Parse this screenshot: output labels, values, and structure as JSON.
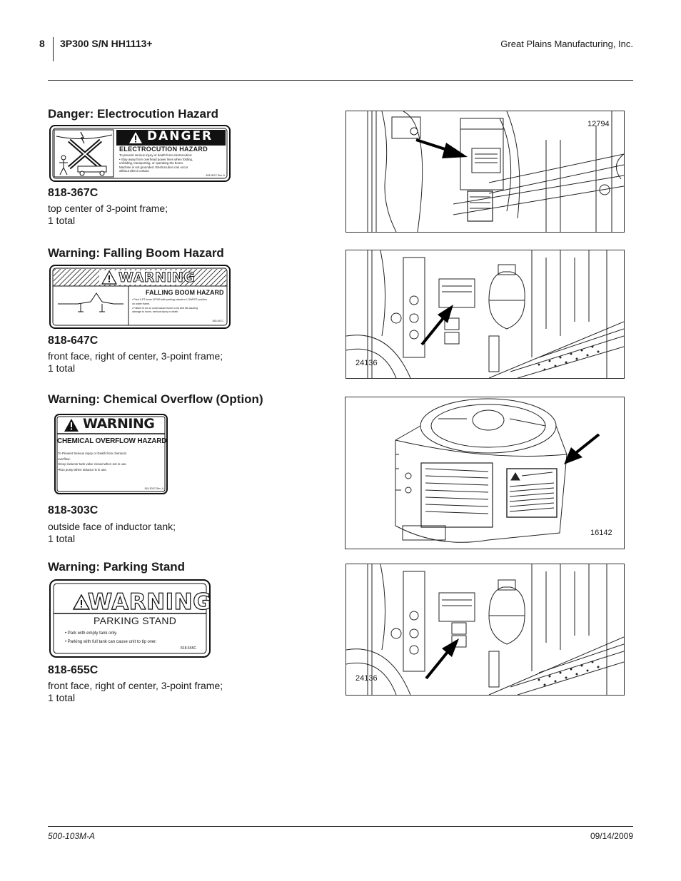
{
  "header": {
    "page_number": "8",
    "doc_title": "3P300 S/N HH1113+",
    "company": "Great Plains Manufacturing, Inc."
  },
  "footer": {
    "doc_number": "500-103M-A",
    "date": "09/14/2009"
  },
  "sections": [
    {
      "title": "Danger: Electrocution Hazard",
      "part_number": "818-367C",
      "location_line1": "top center of 3-point frame;",
      "location_line2": "1 total",
      "decal": {
        "signal_word": "DANGER",
        "hazard": "ELECTROCUTION HAZARD",
        "text_lines": [
          "To prevent serious injury or death from electrocution:",
          "• Stay away from overhead power lines when folding,",
          "unfolding, transporting, or operating the boom.",
          "Machine is not grounded. Electrocution can occur",
          "without direct contact."
        ],
        "code": "818-367C Rev. A"
      },
      "figure_number": "12794"
    },
    {
      "title": "Warning: Falling Boom Hazard",
      "part_number": "818-647C",
      "location_line1": "front face, right of center, 3-point frame;",
      "location_line2": "1 total",
      "decal": {
        "signal_word": "WARNING",
        "hazard": "FALLING BOOM HAZARD",
        "text_lines": [
          "• Park 3-PT boom 3P300 with parking stands in LOWEST position",
          "on water frame.",
          "• Failure to do so could cause boom to tip and fall causing",
          "damage to boom, serious injury or death."
        ],
        "code": "818-647C"
      },
      "figure_number": "24136"
    },
    {
      "title": "Warning: Chemical Overflow (Option)",
      "part_number": "818-303C",
      "location_line1": "outside face of inductor tank;",
      "location_line2": "1 total",
      "decal": {
        "signal_word": "WARNING",
        "hazard": "CHEMICAL OVERFLOW HAZARD",
        "text_lines": [
          "To Prevent Serious Injury or Death from chemical",
          "overflow:",
          "•Keep inductor tank valve closed when not in use.",
          "•Run pump when inductor is in use."
        ],
        "code": "818-303C Rev. A"
      },
      "figure_number": "16142"
    },
    {
      "title": "Warning: Parking Stand",
      "part_number": "818-655C",
      "location_line1": "front face, right of center, 3-point frame;",
      "location_line2": "1 total",
      "decal": {
        "signal_word": "WARNING",
        "hazard": "PARKING STAND",
        "text_lines": [
          "• Park with empty tank only.",
          "• Parking with full tank can cause unit to tip over."
        ],
        "code": "818-655C"
      },
      "figure_number": "24136"
    }
  ]
}
